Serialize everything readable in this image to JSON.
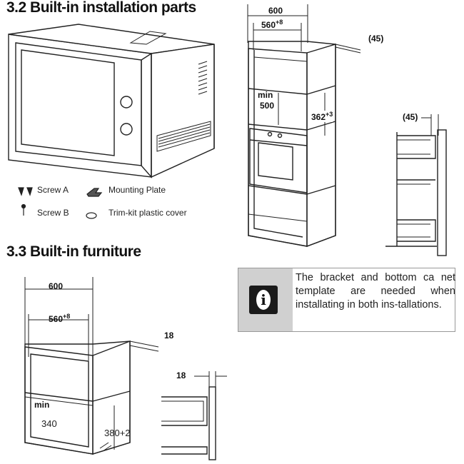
{
  "sections": {
    "installation_parts": {
      "title": "3.2 Built-in installation parts"
    },
    "furniture": {
      "title": "3.3 Built-in furniture"
    }
  },
  "parts": {
    "screw_a": "Screw A",
    "mounting_plate": "Mounting Plate",
    "screw_b": "Screw B",
    "trim_kit_cover": "Trim-kit plastic cover"
  },
  "tall_cabinet": {
    "width": "600",
    "inner_width": "560",
    "inner_width_tol": "+8",
    "side_gap": "(45)",
    "min_label": "min",
    "min_value": "500",
    "niche_height": "362",
    "niche_height_tol": "+3"
  },
  "bracket_detail_top": {
    "gap": "(45)"
  },
  "wall_cabinet": {
    "width": "600",
    "inner_width": "560",
    "inner_width_tol": "+8",
    "side_gap": "18",
    "min_label": "min",
    "min_value": "340",
    "niche_height": "380+2"
  },
  "bracket_detail_bottom": {
    "gap": "18"
  },
  "notice": {
    "icon": "info-icon",
    "text": "The bracket and bottom ca net template are needed when installating in both ins-tallations."
  }
}
